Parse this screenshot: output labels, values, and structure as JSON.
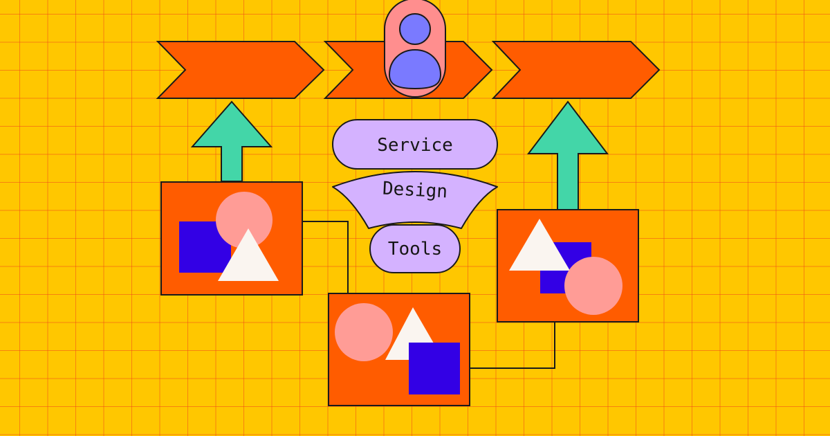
{
  "title": {
    "line1": "Service",
    "line2": "Design",
    "line3": "Tools"
  },
  "colors": {
    "background": "#FFC700",
    "grid": "#F04819",
    "chevron": "#FF5C00",
    "arrow": "#43D6A8",
    "card": "#FF5C00",
    "circle": "#FF9C96",
    "square": "#3300E5",
    "triangle": "#FAF5F0",
    "pill": "#D4B2FF",
    "avatar_frame": "#FF8E8E",
    "avatar_person": "#7A7AFF",
    "outline": "#1A1A1A"
  }
}
